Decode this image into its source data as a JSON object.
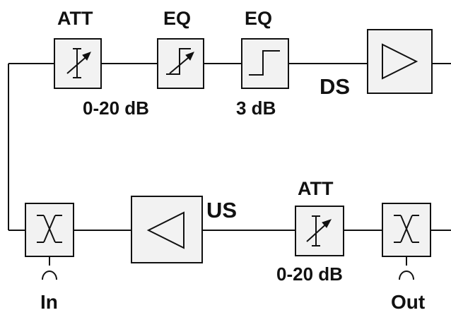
{
  "labels": {
    "att_top": "ATT",
    "eq1": "EQ",
    "eq2": "EQ",
    "range_top": "0-20 dB",
    "eq2_value": "3 dB",
    "ds": "DS",
    "us": "US",
    "att_bottom": "ATT",
    "range_bottom": "0-20 dB",
    "in": "In",
    "out": "Out"
  }
}
